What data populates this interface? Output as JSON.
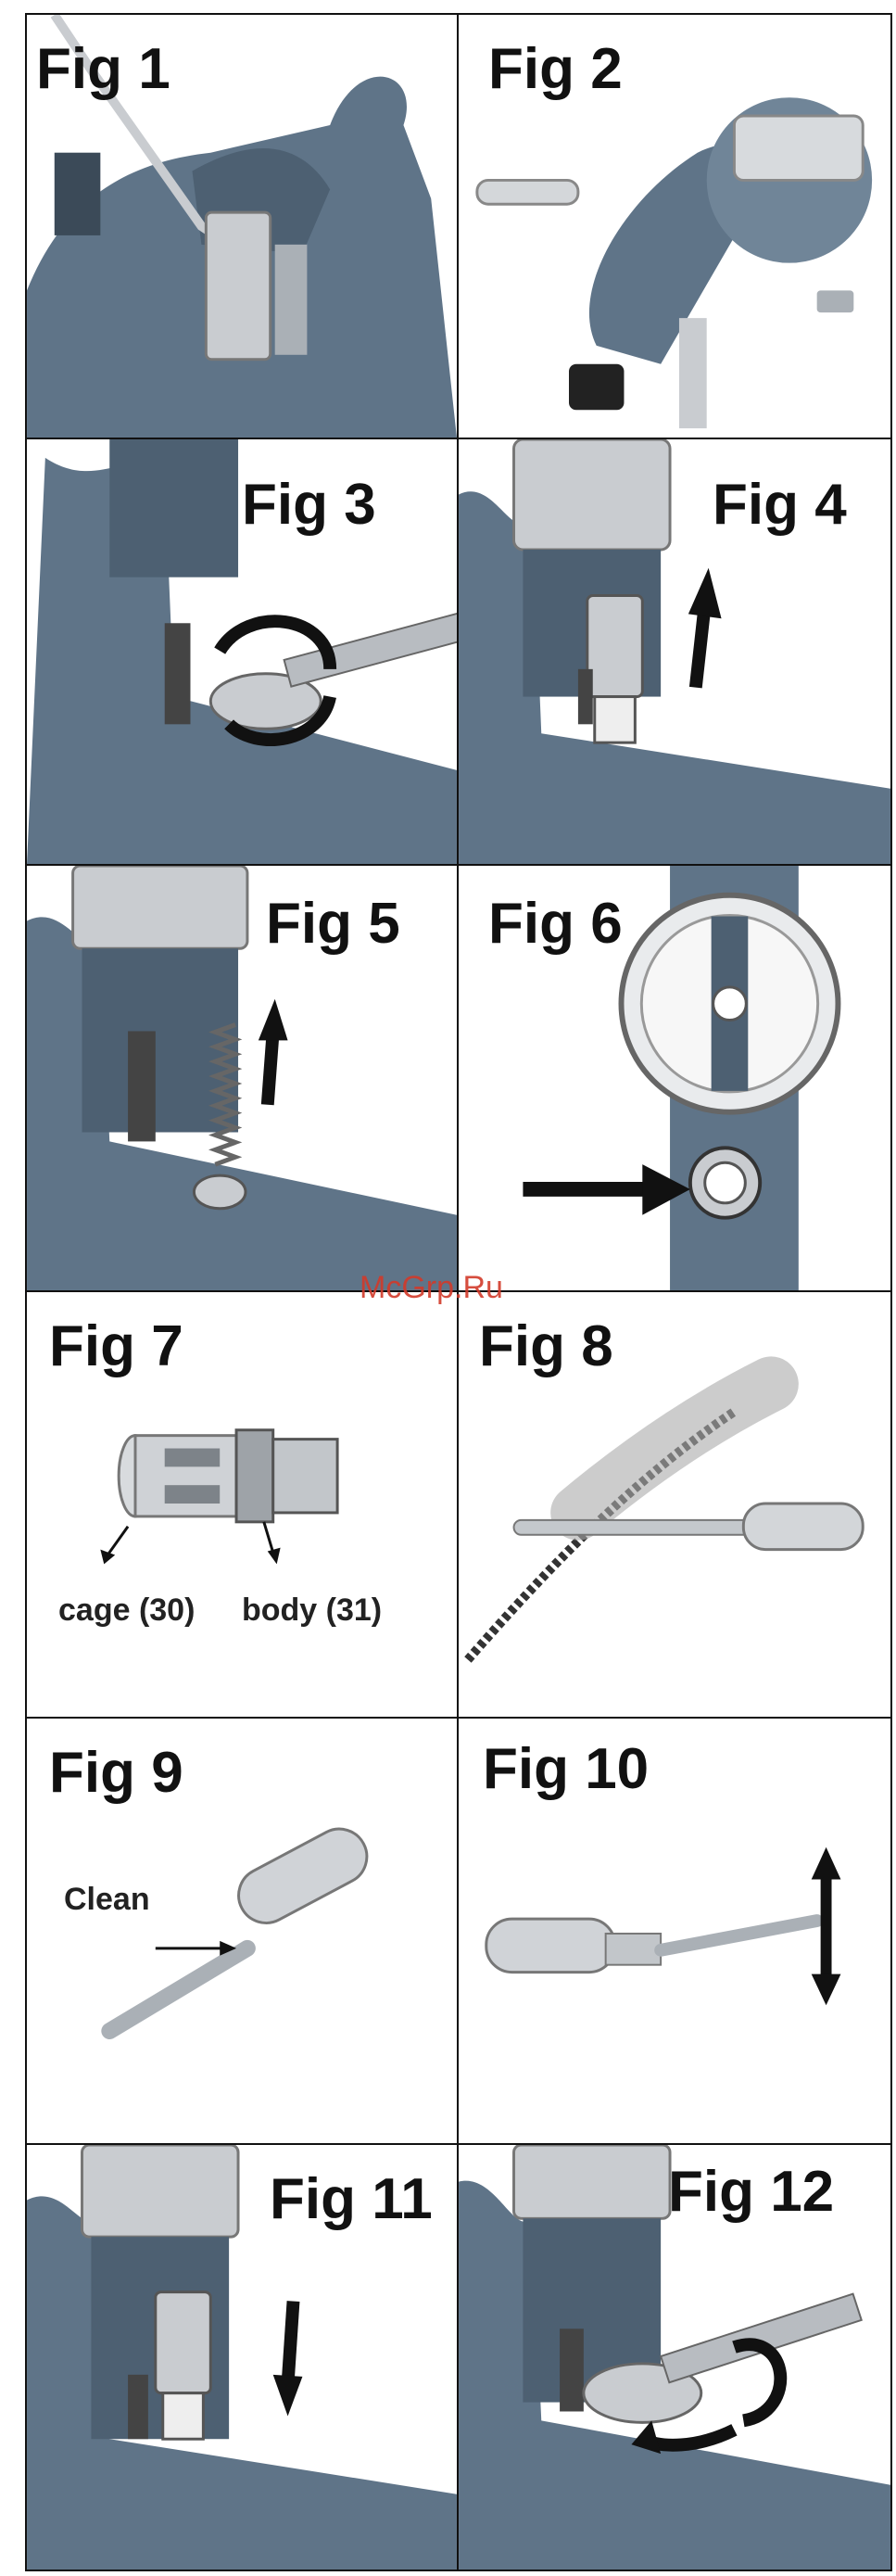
{
  "figures": [
    {
      "label": "Fig 1"
    },
    {
      "label": "Fig 2"
    },
    {
      "label": "Fig 3"
    },
    {
      "label": "Fig 4"
    },
    {
      "label": "Fig 5"
    },
    {
      "label": "Fig 6"
    },
    {
      "label": "Fig 7",
      "captions": [
        "cage (30)",
        "body (31)"
      ]
    },
    {
      "label": "Fig 8"
    },
    {
      "label": "Fig 9",
      "captions": [
        "Clean"
      ]
    },
    {
      "label": "Fig 10"
    },
    {
      "label": "Fig 11"
    },
    {
      "label": "Fig 12"
    }
  ],
  "watermark": "McGrp.Ru",
  "colors": {
    "gun_body": "#5f7488",
    "gun_dark": "#3b4a58",
    "metal": "#c9ccd0",
    "ink": "#111111"
  }
}
